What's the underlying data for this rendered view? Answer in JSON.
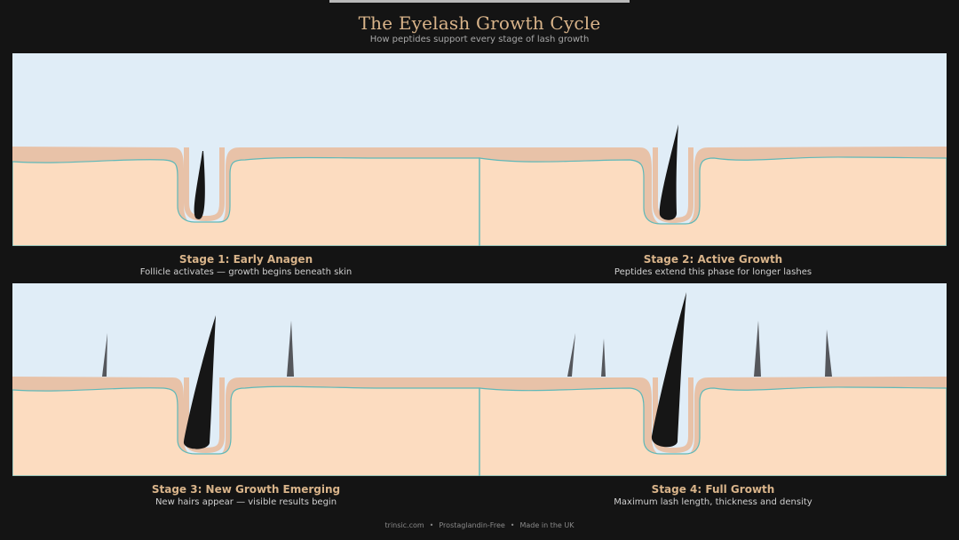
{
  "header": {
    "title": "The Eyelash Growth Cycle",
    "subtitle": "How peptides support every stage of lash growth"
  },
  "stages": [
    {
      "title": "Stage 1: Early Anagen",
      "description": "Follicle activates — growth begins beneath skin"
    },
    {
      "title": "Stage 2: Active Growth",
      "description": "Peptides extend this phase for longer lashes"
    },
    {
      "title": "Stage 3: New Growth Emerging",
      "description": "New hairs appear — visible results begin"
    },
    {
      "title": "Stage 4: Full Growth",
      "description": "Maximum lash length, thickness and density"
    }
  ],
  "footer": {
    "site": "trinsic.com",
    "claim": "Prostaglandin-Free",
    "origin": "Made in the UK"
  },
  "colors": {
    "background": "#141414",
    "sky": "#e0edf7",
    "skin_outer": "#e8c2a8",
    "skin_inner": "#fcdcc0",
    "membrane": "#5fb8b8",
    "hair": "#161616",
    "small_hair": "#55575c",
    "accent_text": "#d9b48a"
  }
}
